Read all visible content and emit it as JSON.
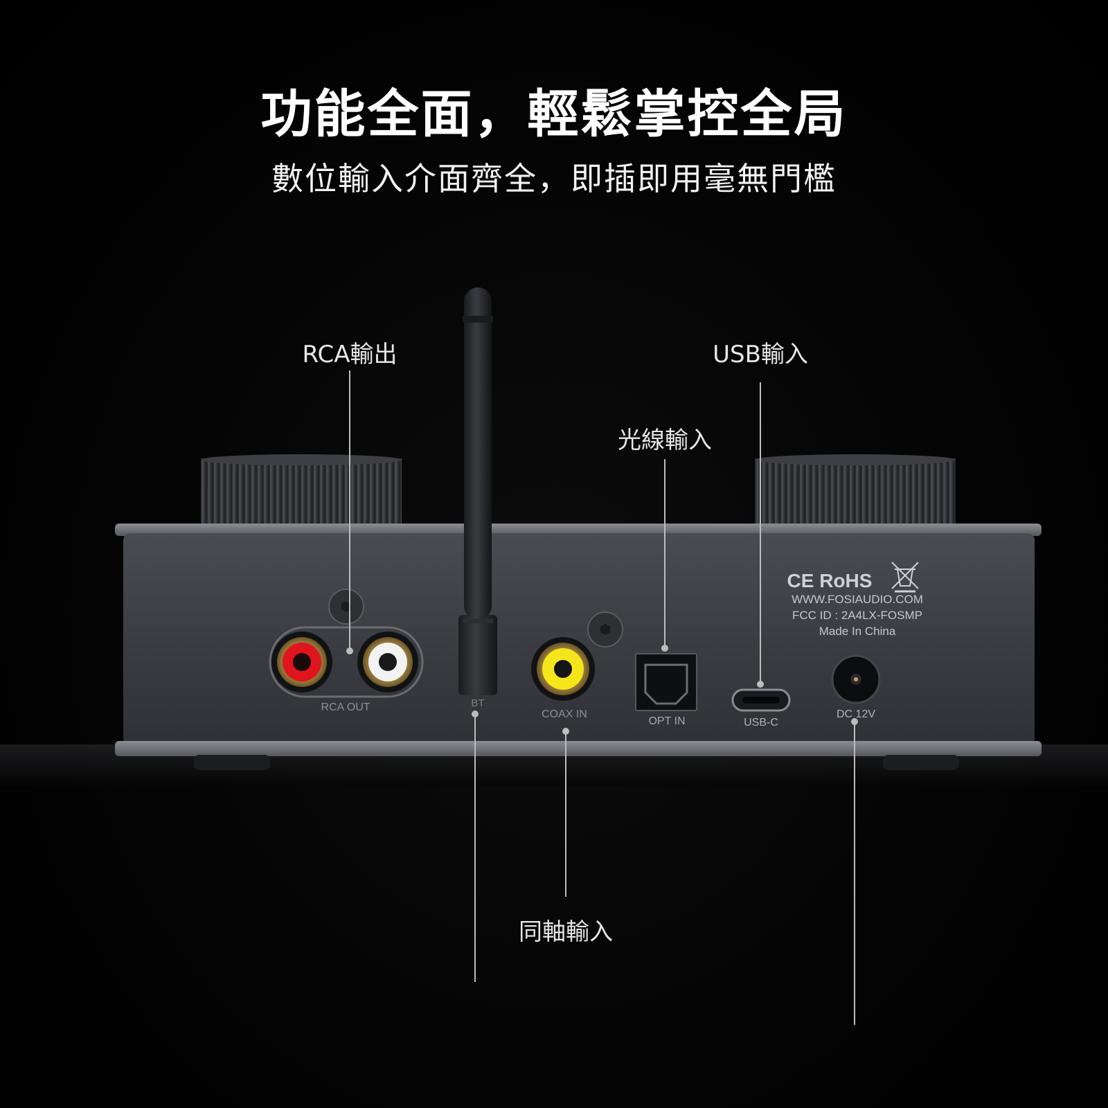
{
  "headline": "功能全面，輕鬆掌控全局",
  "subline": "數位輸入介面齊全，即插即用毫無門檻",
  "callouts": {
    "rca_out": "RCA輸出",
    "usb_in": "USB輸入",
    "optical_in": "光線輸入",
    "coax_in": "同軸輸入"
  },
  "panel_labels": {
    "rca_out": "RCA OUT",
    "bt": "BT",
    "coax_in": "COAX IN",
    "opt_in": "OPT IN",
    "usb_c": "USB-C",
    "dc": "DC 12V"
  },
  "certification": {
    "marks": "CE RoHS",
    "website": "WWW.FOSIAUDIO.COM",
    "fcc_id": "FCC ID : 2A4LX-FOSMP",
    "origin": "Made In China"
  },
  "colors": {
    "background": "#000000",
    "chassis": "#3a3c42",
    "rca_left": "#e0141c",
    "rca_right": "#f2f2f2",
    "coax": "#f4e61a",
    "leader_line": "#bdbdbd"
  },
  "icons": [
    "antenna-icon",
    "knob-icon",
    "screw-icon",
    "weee-bin-icon"
  ]
}
